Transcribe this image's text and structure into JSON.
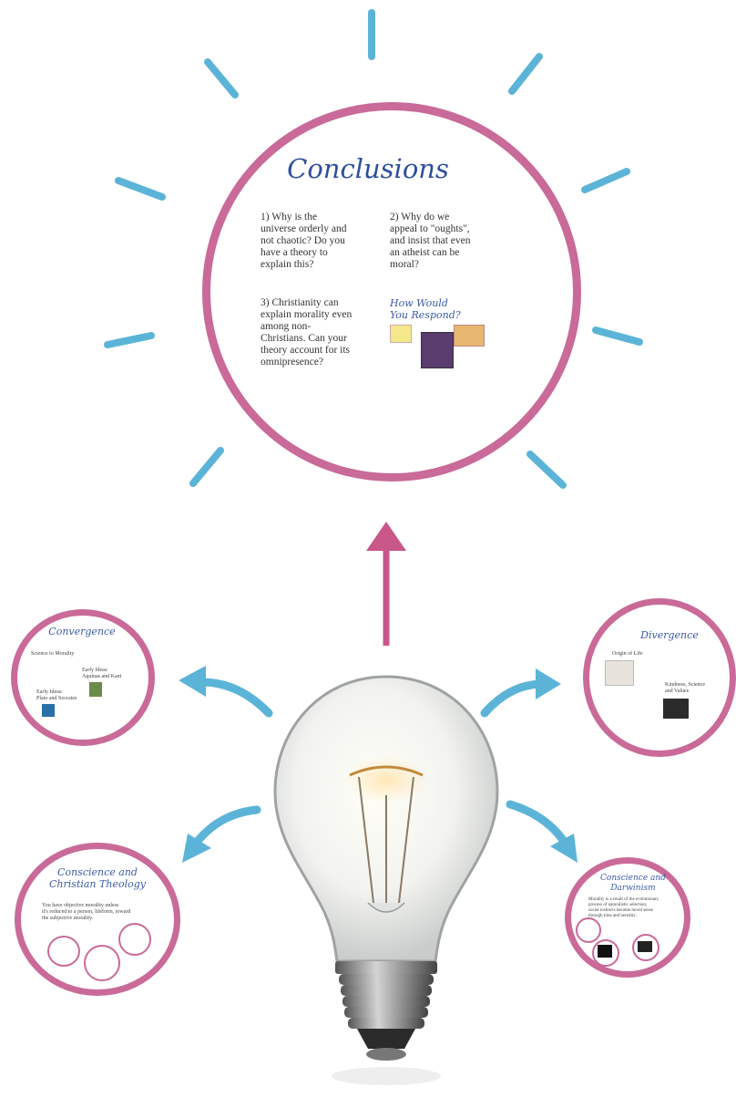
{
  "main": {
    "title": "Conclusions",
    "q1": "1) Why is the\nuniverse orderly and\nnot chaotic?  Do you\nhave a theory to\nexplain this?",
    "q2": "2) Why do we\nappeal to \"oughts\",\nand insist that even\nan atheist can be\nmoral?",
    "q3": "3) Christianity can\nexplain morality even\namong non-\nChristians.  Can your\ntheory account for its\nomnipresence?",
    "respond": "How Would\nYou Respond?"
  },
  "convergence": {
    "title": "Convergence",
    "item1": "Science to Morality",
    "item2": "Early Ideas:\nPlato and Socrates",
    "item3": "Early Ideas:\nAquinas and Kant"
  },
  "divergence": {
    "title": "Divergence",
    "item1": "Origin of Life",
    "item2": "Kindness, Science\nand Values"
  },
  "conscience_theology": {
    "title": "Conscience and\nChristian Theology",
    "text": "You have objective morality unless\nit's reduced to a person, lifeform, toward\nthe subjective morality."
  },
  "conscience_darwinism": {
    "title": "Conscience and\nDarwinism",
    "text": "Morality is a result of the evolutionary\nprocess of naturalistic selection;\nsocial instincts became moral sense\nthrough time and heredity."
  },
  "colors": {
    "pink": "#c96a98",
    "blue": "#5bb4d8",
    "title_blue": "#2e4f9c"
  }
}
